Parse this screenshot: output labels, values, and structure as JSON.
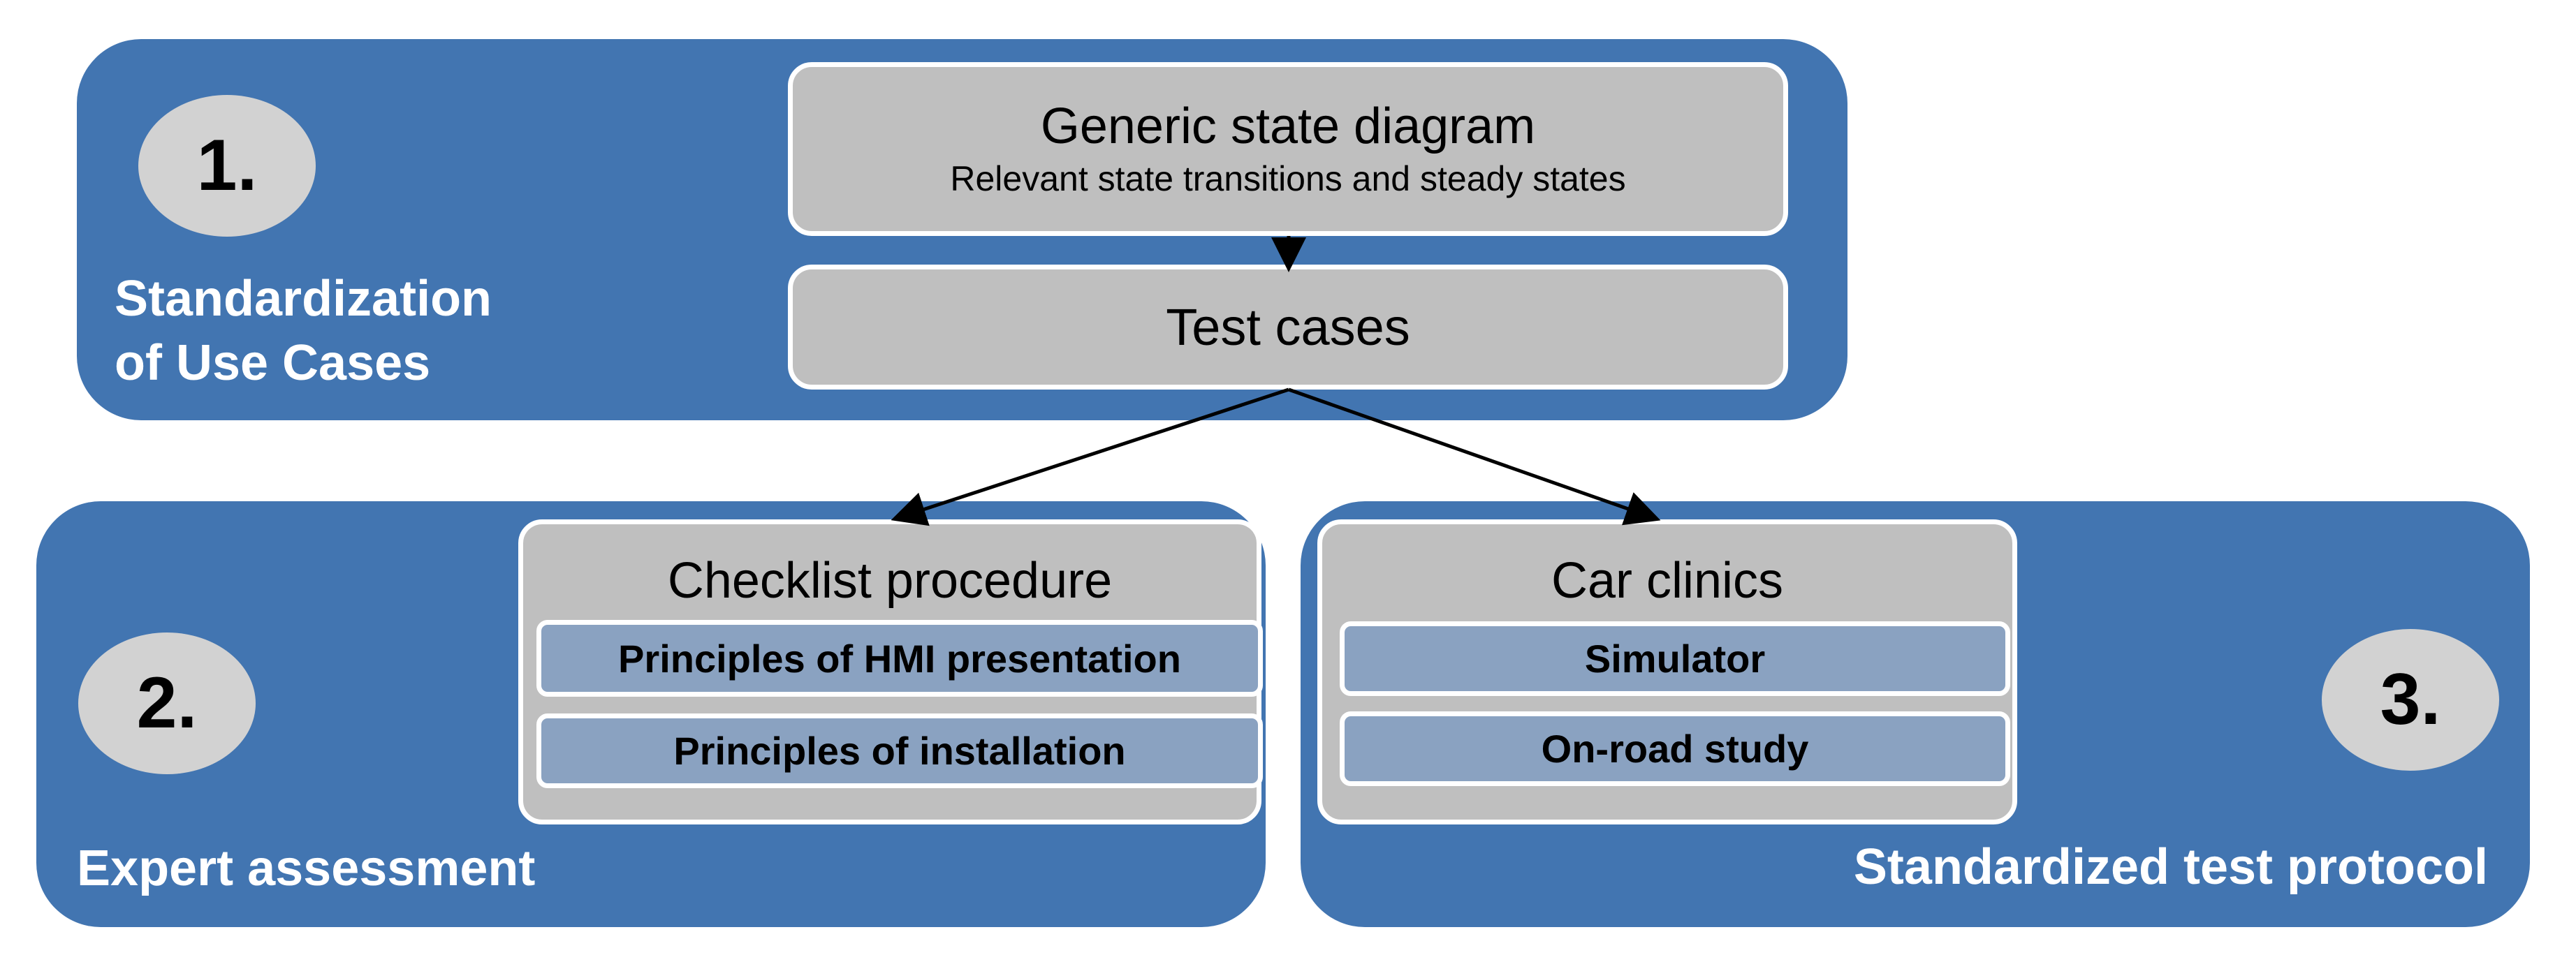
{
  "colors": {
    "panel": "#4275b1",
    "box": "#bfbfbf",
    "sub_box": "#8aa2c1",
    "oval": "#d2d2d2",
    "outline": "#ffffff"
  },
  "panel1": {
    "number": "1.",
    "label_line1": "Standardization",
    "label_line2": "of Use Cases",
    "state_diagram": {
      "title": "Generic state diagram",
      "subtitle": "Relevant state transitions and steady states"
    },
    "test_cases": "Test cases"
  },
  "panel2": {
    "number": "2.",
    "label": "Expert assessment",
    "box_title": "Checklist procedure",
    "items": [
      "Principles of HMI presentation",
      "Principles of installation"
    ]
  },
  "panel3": {
    "number": "3.",
    "label": "Standardized test protocol",
    "box_title": "Car clinics",
    "items": [
      "Simulator",
      "On-road study"
    ]
  }
}
